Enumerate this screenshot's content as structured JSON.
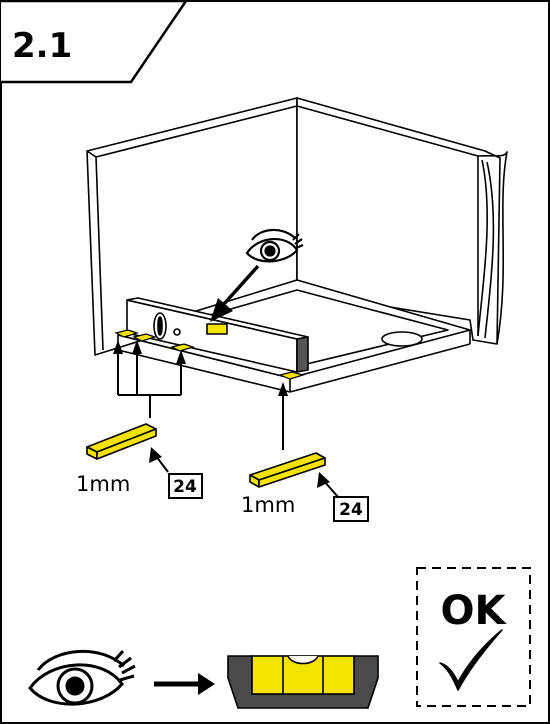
{
  "step": {
    "number": "2.1"
  },
  "shims": [
    {
      "thickness_label": "1mm",
      "part_ref": "24"
    },
    {
      "thickness_label": "1mm",
      "part_ref": "24"
    }
  ],
  "result": {
    "ok_label": "OK",
    "check_symbol": "✓"
  },
  "colors": {
    "shim": "#f4e300",
    "bubble": "#f4e300",
    "level_body": "#4a4a4a",
    "line": "#000000"
  }
}
